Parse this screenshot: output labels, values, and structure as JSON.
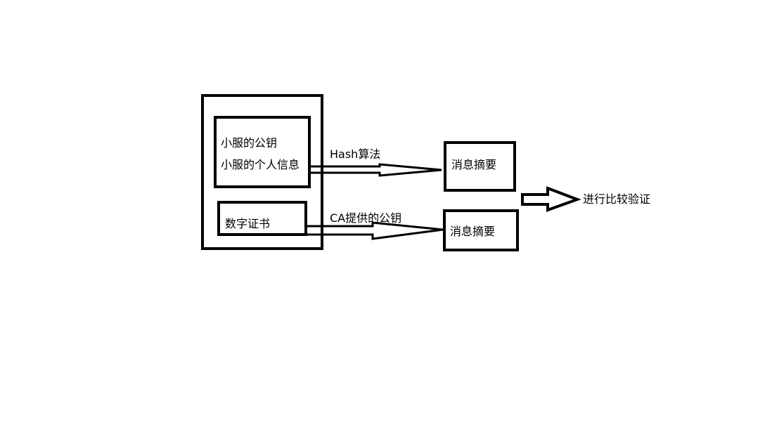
{
  "colors": {
    "stroke": "#000000",
    "background": "#ffffff"
  },
  "certificate_group": {
    "info_box": {
      "line1": "小服的公钥",
      "line2": "小服的个人信息"
    },
    "cert_box": {
      "label": "数字证书"
    }
  },
  "edges": {
    "hash_label": "Hash算法",
    "ca_key_label": "CA提供的公钥"
  },
  "digest_top": {
    "label": "消息摘要"
  },
  "digest_bottom": {
    "label": "消息摘要"
  },
  "result": {
    "label": "进行比较验证"
  }
}
